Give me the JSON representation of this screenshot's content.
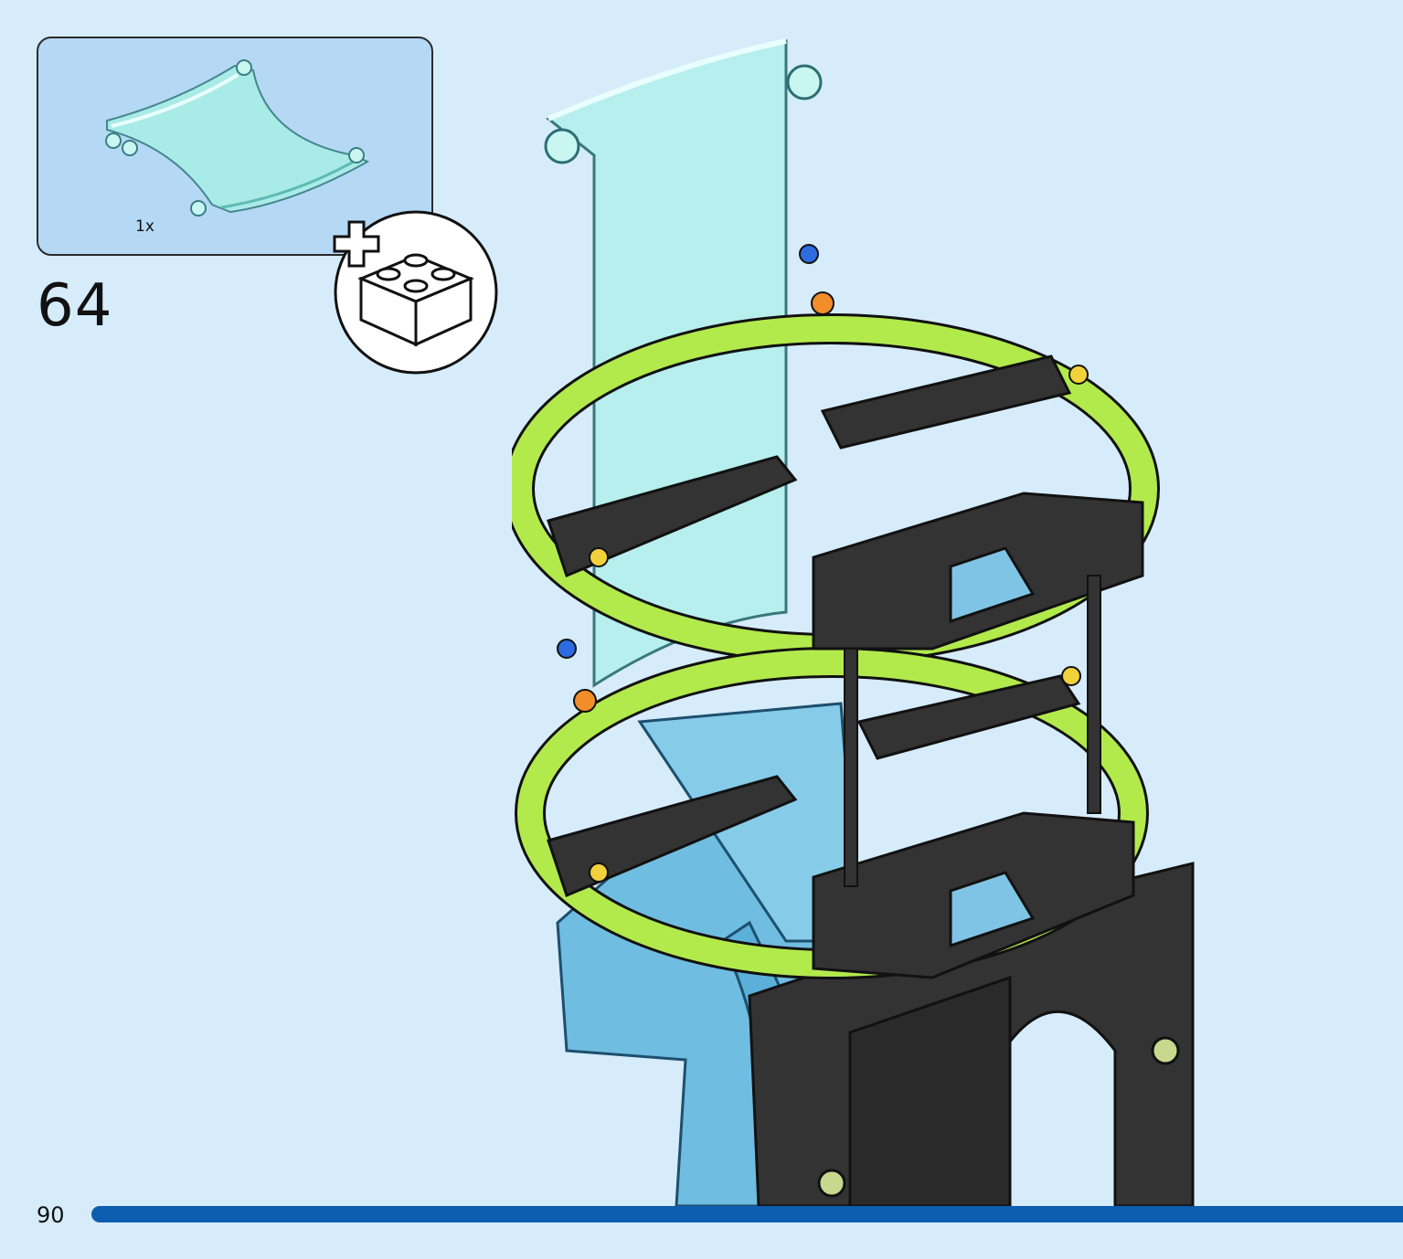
{
  "step": {
    "number": "64"
  },
  "parts": {
    "items": [
      {
        "quantity": "1x",
        "icon": "curved-panel-icon",
        "color": "#a7eee6"
      }
    ]
  },
  "page": {
    "number": "90"
  },
  "colors": {
    "background": "#d6ecfb",
    "parts_box": "#b5d9f5",
    "lime": "#b2ea4c",
    "dark": "#333333",
    "trans_panel": "#b4f0ec",
    "sky_blue": "#6fbde0",
    "progress": "#0d5eb0"
  }
}
